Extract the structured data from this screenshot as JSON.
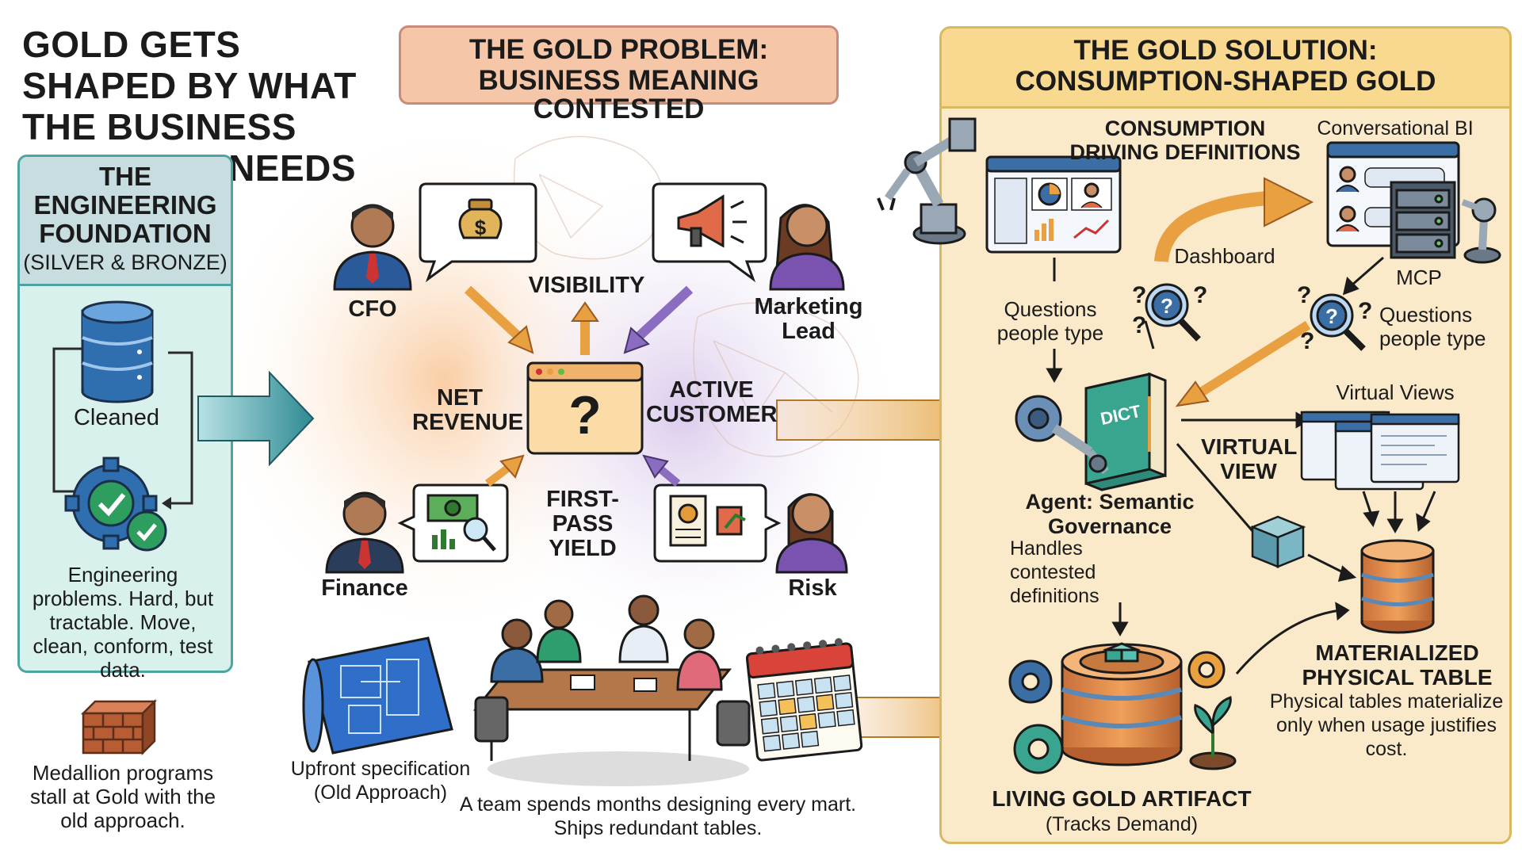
{
  "title": "GOLD GETS SHAPED BY WHAT THE BUSINESS ACTUALLY NEEDS",
  "left_panel": {
    "heading": "THE ENGINEERING FOUNDATION",
    "subheading": "(SILVER & BRONZE)",
    "cleaned_label": "Cleaned",
    "description": "Engineering problems. Hard, but tractable. Move, clean, conform, test data.",
    "footer": "Medallion programs stall at Gold with the old approach."
  },
  "problem": {
    "heading_line1": "THE GOLD PROBLEM:",
    "heading_line2": "BUSINESS MEANING CONTESTED",
    "roles": {
      "cfo": "CFO",
      "marketing": "Marketing Lead",
      "finance": "Finance",
      "risk": "Risk"
    },
    "terms": {
      "visibility": "VISIBILITY",
      "net_revenue": "NET REVENUE",
      "active_customer": "ACTIVE CUSTOMER",
      "first_pass_yield": "FIRST-PASS YIELD"
    },
    "question_mark": "?",
    "upfront_spec": "Upfront specification (Old Approach)",
    "team_caption": "A team spends months designing every mart. Ships redundant tables."
  },
  "solution": {
    "heading_line1": "THE GOLD SOLUTION:",
    "heading_line2": "CONSUMPTION-SHAPED GOLD",
    "consumption_driving": "CONSUMPTION DRIVING DEFINITIONS",
    "conversational_bi": "Conversational BI",
    "dashboard": "Dashboard",
    "mcp": "MCP",
    "questions_left": "Questions people type",
    "questions_right": "Questions people type",
    "dict_label": "DICT",
    "agent_title": "Agent: Semantic Governance",
    "agent_desc": "Handles contested definitions",
    "virtual_view_label": "VIRTUAL VIEW",
    "virtual_views": "Virtual Views",
    "materialized_title": "MATERIALIZED PHYSICAL TABLE",
    "materialized_desc": "Physical tables materialize only when usage justifies cost.",
    "living_gold_title": "LIVING GOLD ARTIFACT",
    "living_gold_sub": "(Tracks Demand)"
  },
  "colors": {
    "teal": "#4da4a0",
    "teal_light": "#d9f1ec",
    "problem_fill": "#f5c7a8",
    "gold_fill": "#fbeaca",
    "gold_head": "#f8d98f",
    "orange_arrow": "#e8a040",
    "purple_arrow": "#8a6cc0"
  }
}
